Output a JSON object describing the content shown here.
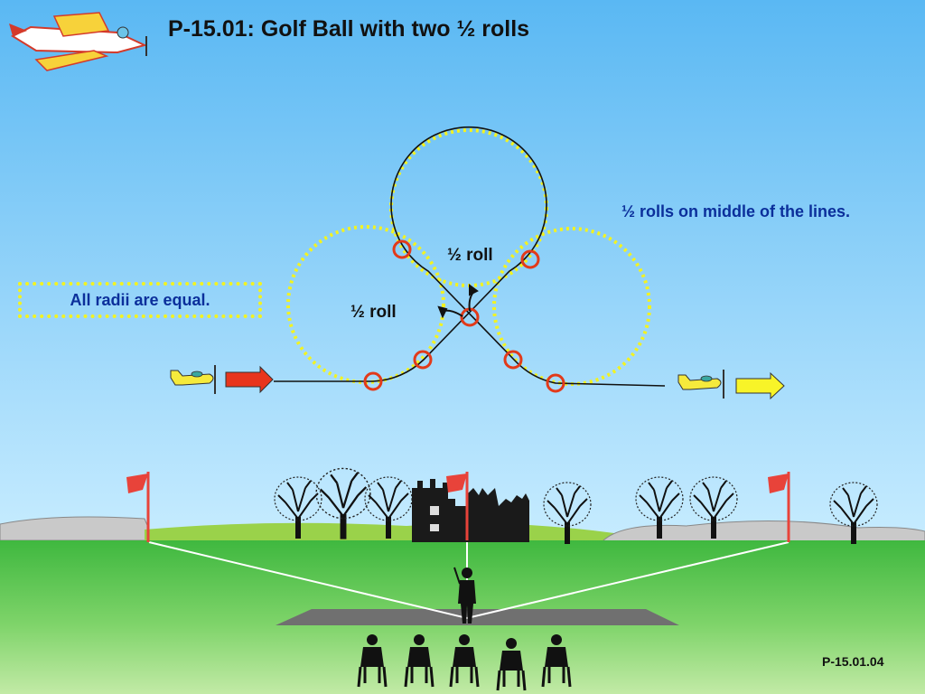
{
  "slide": {
    "title": "P-15.01: Golf Ball with two ½ rolls",
    "rolls_note": "½ rolls on middle of the lines.",
    "radii_note": "All radii are equal.",
    "roll_label_upper": "½ roll",
    "roll_label_lower": "½ roll",
    "reference_code": "P-15.01.04"
  },
  "colors": {
    "sky_top": "#5ab8f3",
    "sky_bottom": "#c7ecff",
    "grass": "#4cc24c",
    "grass_light": "#b5e69c",
    "guide_circle": "#f3f320",
    "roll_marker": "#e23a1a",
    "entry_arrow": "#e8351c",
    "exit_arrow": "#f8f428",
    "text_blue": "#0b2f9b",
    "flag": "#e8433a"
  },
  "icons": [
    "aerobatic-plane-icon",
    "yellow-plane-icon",
    "flag-icon",
    "tree-icon",
    "castle-ruin-icon",
    "pilot-icon",
    "judge-icon"
  ]
}
